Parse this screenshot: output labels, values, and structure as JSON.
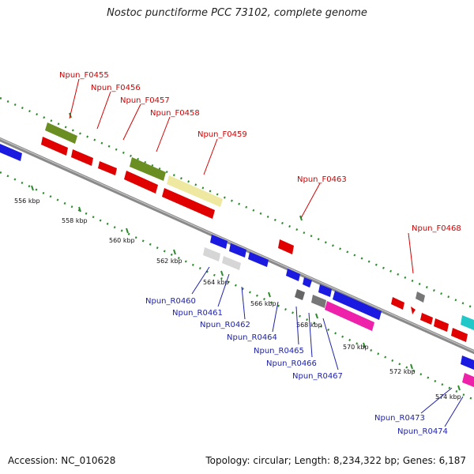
{
  "title": "Nostoc punctiforme PCC 73102, complete genome",
  "footer": {
    "accession": "Accession: NC_010628",
    "summary": "Topology: circular; Length: 8,234,322 bp; Genes: 6,187"
  },
  "colors": {
    "forward_label": "#d40000",
    "reverse_label": "#1f23a8",
    "backbone": "#8a8a8a",
    "tick_dots": "#2e8b2e"
  },
  "kbp_labels": [
    "556 kbp",
    "558 kbp",
    "560 kbp",
    "562 kbp",
    "564 kbp",
    "566 kbp",
    "568 kbp",
    "570 kbp",
    "572 kbp",
    "574 kbp"
  ],
  "forward_genes": [
    "Npun_F0455",
    "Npun_F0456",
    "Npun_F0457",
    "Npun_F0458",
    "Npun_F0459",
    "Npun_F0463",
    "Npun_F0468"
  ],
  "reverse_genes": [
    "Npun_R0460",
    "Npun_R0461",
    "Npun_R0462",
    "Npun_R0464",
    "Npun_R0465",
    "Npun_R0466",
    "Npun_R0467",
    "Npun_R0473",
    "Npun_R0474"
  ]
}
